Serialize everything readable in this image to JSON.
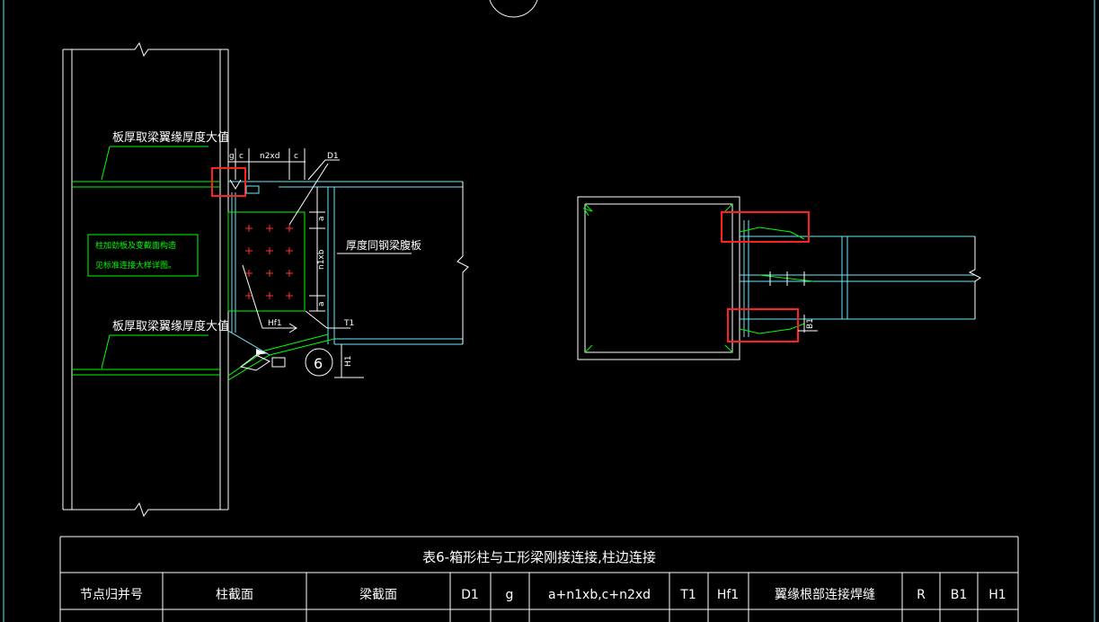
{
  "colors": {
    "background": "#000000",
    "line_white": "#ffffff",
    "line_green": "#00ff00",
    "line_cyan": "#6fe6ff",
    "line_yellow": "#ffff66",
    "bolt_red": "#ff3030",
    "highlight_red": "#ff2020"
  },
  "left_view": {
    "plate_note_top": "板厚取梁翼缘厚度大值",
    "plate_note_bottom": "板厚取梁翼缘厚度大值",
    "boxed_note_line1": "柱加劲板及变截面构造",
    "boxed_note_line2": "见标准连接大样详图。",
    "web_plate_note": "厚度同钢梁腹板",
    "dim_g": "g",
    "dim_c1": "c",
    "dim_n2xd": "n2xd",
    "dim_c2": "c",
    "dim_d1": "D1",
    "dim_a_top": "a",
    "dim_n1xb": "n1xb",
    "dim_a_bottom": "a",
    "label_hf1": "Hf1",
    "label_t1": "T1",
    "label_h1": "H1",
    "detail_callout": "6"
  },
  "right_view": {
    "label_b1": "B1",
    "highlight_boxes": 2
  },
  "table": {
    "title": "表6-箱形柱与工形梁刚接连接,柱边连接",
    "headers": [
      "节点归并号",
      "柱截面",
      "梁截面",
      "D1",
      "g",
      "a+n1xb,c+n2xd",
      "T1",
      "Hf1",
      "翼缘根部连接焊缝",
      "R",
      "B1",
      "H1"
    ]
  }
}
